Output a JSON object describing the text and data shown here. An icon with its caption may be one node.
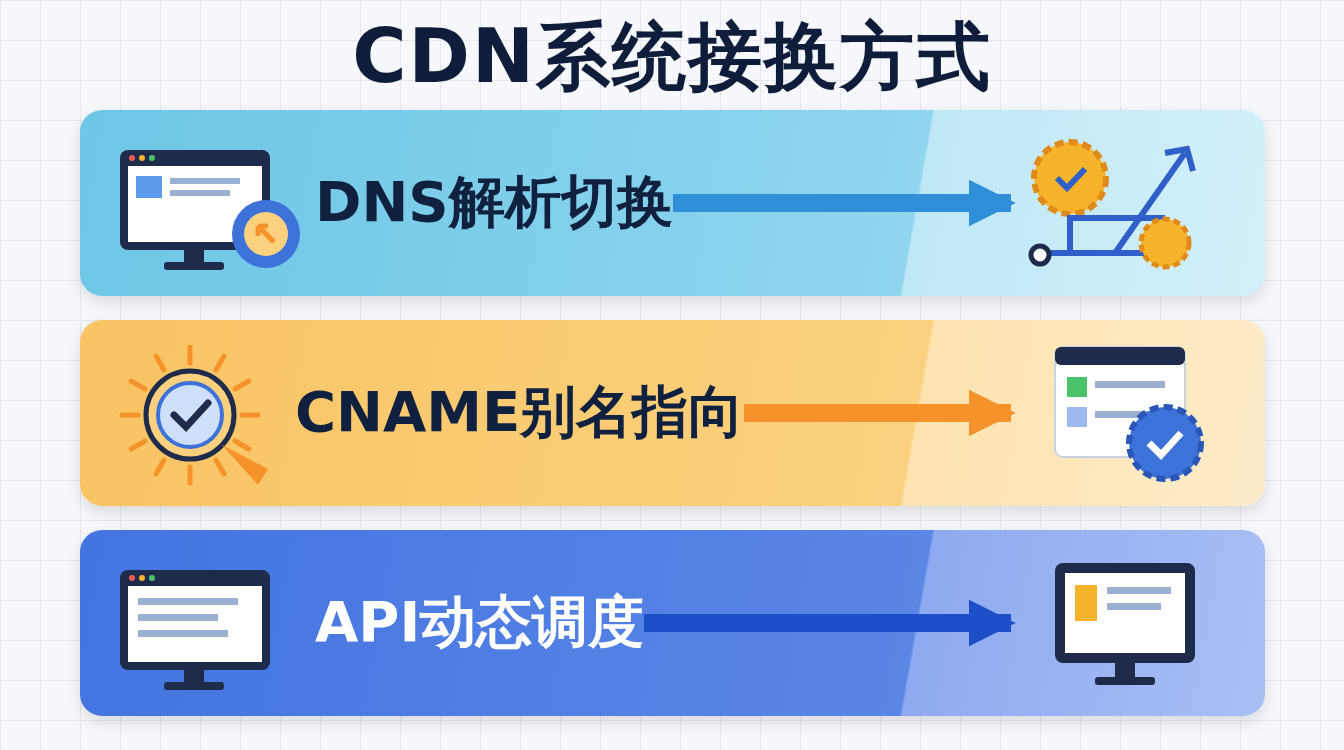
{
  "diagram": {
    "title": "CDN系统接换方式",
    "nodes": [
      {
        "text": [],
        "shape": "bar"
      },
      {
        "text": [
          "DNS解析切换"
        ],
        "in": 0
      },
      {
        "text": [],
        "shape": "picture",
        "in": 0
      },
      {
        "text": [],
        "shape": "bar"
      },
      {
        "text": [
          "CNAME别名指向"
        ],
        "in": 3
      },
      {
        "text": [],
        "shape": "picture",
        "in": 3
      },
      {
        "text": [],
        "shape": "bar"
      },
      {
        "text": [
          "API动态调度"
        ],
        "in": 6
      },
      {
        "text": [],
        "shape": "picture",
        "in": 6
      }
    ],
    "edges": [
      {
        "from": 1,
        "to": 2,
        "arrow": "to",
        "color": "#2f8fd8"
      },
      {
        "from": 4,
        "to": 5,
        "arrow": "to",
        "color": "#f5922a"
      },
      {
        "from": 7,
        "to": 8,
        "arrow": "to",
        "color": "#1e4fc8"
      }
    ]
  }
}
